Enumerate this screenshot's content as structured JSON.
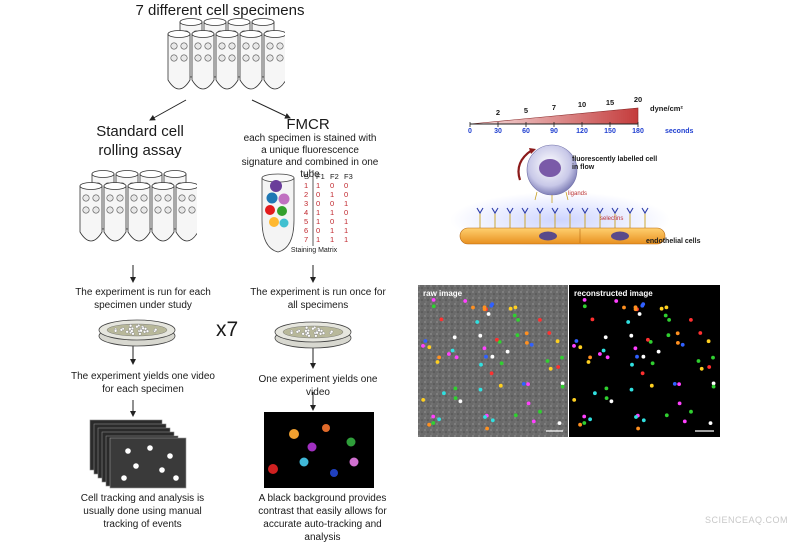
{
  "title": "7 different cell specimens",
  "left": {
    "heading": "Standard cell rolling assay",
    "caption1": "The experiment is run for each specimen under study",
    "multiplier": "x7",
    "caption2": "The experiment yields one video for each specimen",
    "caption3": "Cell tracking and analysis is usually done using manual tracking of events"
  },
  "right": {
    "heading": "FMCR",
    "description": "each specimen is stained with a unique fluorescence signature and combined in one tube",
    "matrix_label": "Staining Matrix",
    "matrix_headers": [
      "S",
      "F1",
      "F2",
      "F3"
    ],
    "matrix_rows": [
      [
        "1",
        "1",
        "0",
        "0"
      ],
      [
        "2",
        "0",
        "1",
        "0"
      ],
      [
        "3",
        "0",
        "0",
        "1"
      ],
      [
        "4",
        "1",
        "1",
        "0"
      ],
      [
        "5",
        "1",
        "0",
        "1"
      ],
      [
        "6",
        "0",
        "1",
        "1"
      ],
      [
        "7",
        "1",
        "1",
        "1"
      ]
    ],
    "caption1": "The experiment is run once for all specimens",
    "caption2": "One experiment yields one video",
    "caption3": "A black background provides contrast that easily allows for accurate auto-tracking and analysis"
  },
  "flow_scale": {
    "dyne_values": [
      "2",
      "5",
      "7",
      "10",
      "15",
      "20"
    ],
    "dyne_unit": "dyne/cm²",
    "seconds_values": [
      "0",
      "30",
      "60",
      "90",
      "120",
      "150",
      "180"
    ],
    "seconds_unit": "seconds"
  },
  "schematic": {
    "cell_label": "fluorescently labelled cell in flow",
    "ligands_label": "ligands",
    "selectins_label": "selectins",
    "endothelial_label": "endothelial cells"
  },
  "micrographs": {
    "raw_label": "raw image",
    "reconstructed_label": "reconstructed image"
  },
  "watermark": "SCIENCEAQ.COM",
  "colors": {
    "ramp_start": "#f7e4e4",
    "ramp_end": "#c43c3c",
    "seconds_blue": "#1f3fd0",
    "matrix_red": "#c0272d",
    "endothelium": "#f0a030"
  }
}
